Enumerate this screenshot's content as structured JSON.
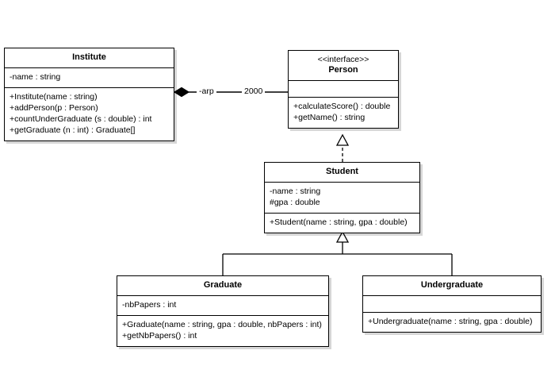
{
  "diagram": {
    "title": "UML Class Diagram",
    "type": "uml-class-diagram",
    "background": "#ffffff",
    "line_color": "#000000"
  },
  "classes": {
    "institute": {
      "name": "Institute",
      "stereotype": "",
      "attributes": [
        "-name : string"
      ],
      "operations": [
        "+Institute(name : string)",
        "+addPerson(p : Person)",
        "+countUnderGraduate (s : double) : int",
        "+getGraduate (n : int) : Graduate[]"
      ]
    },
    "person": {
      "name": "Person",
      "stereotype": "<<interface>>",
      "attributes": [],
      "operations": [
        "+calculateScore() : double",
        "+getName() : string"
      ]
    },
    "student": {
      "name": "Student",
      "stereotype": "",
      "attributes": [
        "-name : string",
        "#gpa : double"
      ],
      "operations": [
        "+Student(name : string, gpa : double)"
      ]
    },
    "graduate": {
      "name": "Graduate",
      "stereotype": "",
      "attributes": [
        "-nbPapers : int"
      ],
      "operations": [
        "+Graduate(name : string, gpa : double, nbPapers : int)",
        "+getNbPapers() : int"
      ]
    },
    "undergraduate": {
      "name": "Undergraduate",
      "stereotype": "",
      "attributes": [],
      "operations": [
        "+Undergraduate(name : string, gpa : double)"
      ]
    }
  },
  "relationships": {
    "composition_institute_person": {
      "kind": "composition",
      "from": "Institute",
      "to": "Person",
      "role_label": "-arp",
      "multiplicity_label": "2000"
    },
    "realization_student_person": {
      "kind": "realization",
      "from": "Student",
      "to": "Person",
      "label": ""
    },
    "generalization_graduate_student": {
      "kind": "generalization",
      "from": "Graduate",
      "to": "Student",
      "label": ""
    },
    "generalization_undergraduate_student": {
      "kind": "generalization",
      "from": "Undergraduate",
      "to": "Student",
      "label": ""
    }
  }
}
